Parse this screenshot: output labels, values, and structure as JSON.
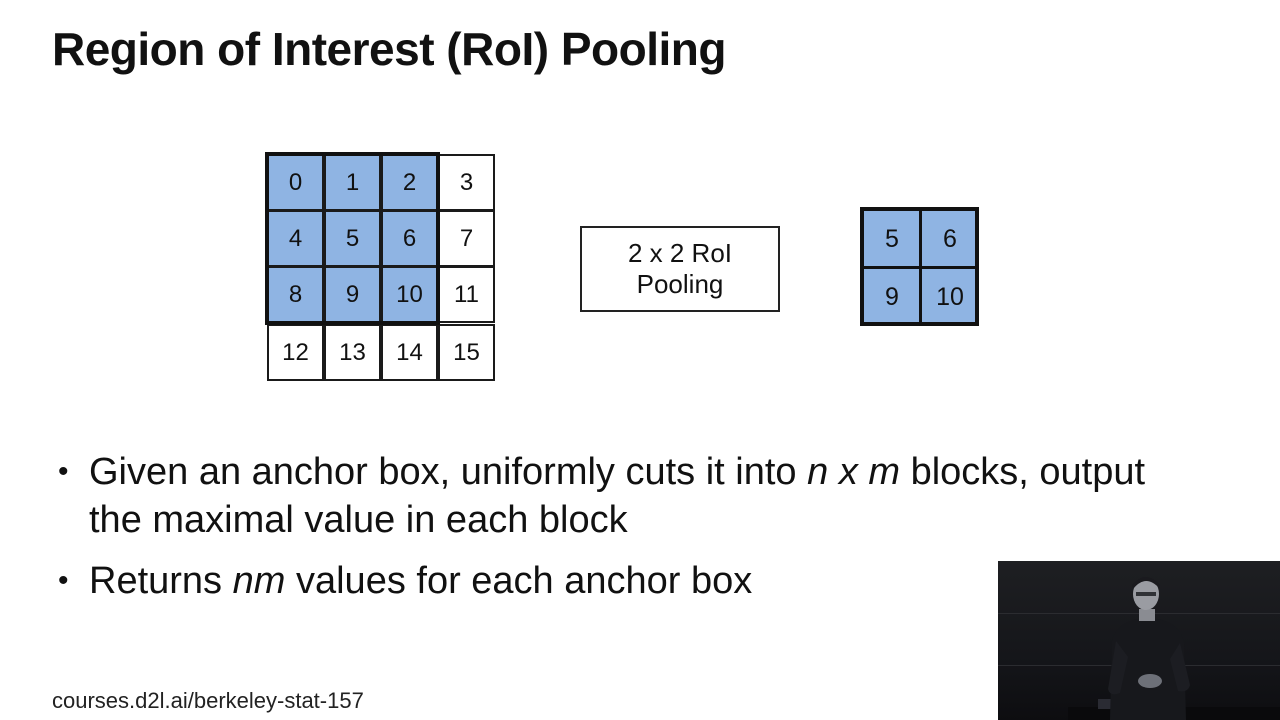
{
  "slide": {
    "title": "Region of Interest (RoI) Pooling",
    "footer": "courses.d2l.ai/berkeley-stat-157"
  },
  "diagram": {
    "input_grid": {
      "values": [
        "0",
        "1",
        "2",
        "3",
        "4",
        "5",
        "6",
        "7",
        "8",
        "9",
        "10",
        "11",
        "12",
        "13",
        "14",
        "15"
      ],
      "selected": [
        true,
        true,
        true,
        false,
        true,
        true,
        true,
        false,
        true,
        true,
        true,
        false,
        false,
        false,
        false,
        false
      ]
    },
    "operation_lines": [
      "2 x 2 RoI",
      "Pooling"
    ],
    "output_grid": {
      "values": [
        "5",
        "6",
        "9",
        "10"
      ]
    },
    "colors": {
      "selected_fill": "#8fb4e3",
      "border": "#111111"
    }
  },
  "bullets": [
    {
      "text_before": "Given an anchor box, uniformly cuts it into ",
      "italic": "n x m",
      "text_after": " blocks, output the maximal value in each block"
    },
    {
      "text_before": "Returns ",
      "italic": "nm",
      "text_after": " values for each anchor box"
    }
  ],
  "webcam": {
    "icon": "lecturer-video-feed"
  }
}
